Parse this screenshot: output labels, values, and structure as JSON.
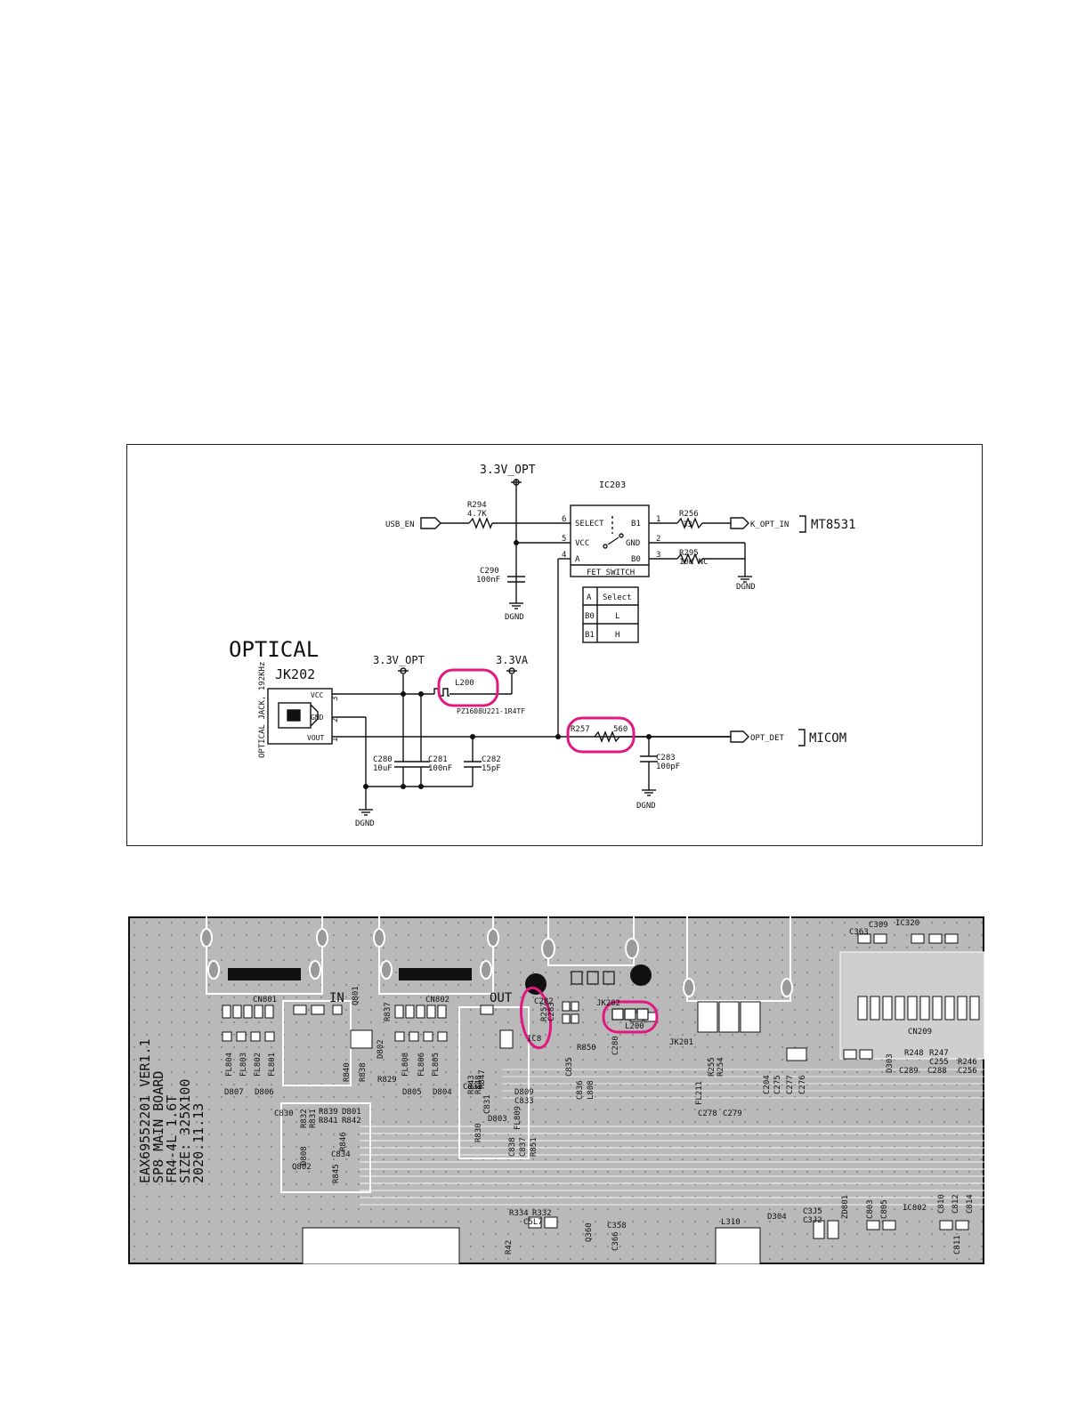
{
  "schematic": {
    "supply_top": "3.3V_OPT",
    "ic": {
      "ref": "IC203",
      "pin_select": "SELECT",
      "pin_vcc": "VCC",
      "pin_a": "A",
      "pin_b1": "B1",
      "pin_gnd": "GND",
      "pin_b0": "B0",
      "num_6": "6",
      "num_5": "5",
      "num_4": "4",
      "num_1": "1",
      "num_2": "2",
      "num_3": "3",
      "caption": "FET SWITCH"
    },
    "truth_table": {
      "header": [
        "A",
        "Select"
      ],
      "rows": [
        [
          "B0",
          "L"
        ],
        [
          "B1",
          "H"
        ]
      ]
    },
    "r294": {
      "ref": "R294",
      "value": "4.7K"
    },
    "usb_en": "USB_EN",
    "c290": {
      "ref": "C290",
      "value": "100nF"
    },
    "dgnd": "DGND",
    "r256": {
      "ref": "R256",
      "value": "33"
    },
    "r295": {
      "ref": "R295",
      "value": "10K NC"
    },
    "opt_in": "K_OPT_IN",
    "mt8531": "MT8531",
    "optical_title": "OPTICAL",
    "jack": {
      "ref": "JK202",
      "side_label": "OPTICAL JACK, 192KHz",
      "pin_vcc": "VCC",
      "pin_gnd": "GND",
      "pin_vout": "VOUT",
      "n3": "3",
      "n2": "2",
      "n1": "1"
    },
    "supply_left": "3.3V_OPT",
    "supply_right": "3.3VA",
    "l200": {
      "ref": "L200",
      "part": "PZ1608U221-1R4TF"
    },
    "c280": {
      "ref": "C280",
      "value": "10uF"
    },
    "c281": {
      "ref": "C281",
      "value": "100nF"
    },
    "c282": {
      "ref": "C282",
      "value": "15pF"
    },
    "r257": {
      "ref": "R257",
      "value": "560"
    },
    "c283": {
      "ref": "C283",
      "value": "100pF"
    },
    "opt_det": "OPT_DET",
    "micom": "MICOM",
    "highlight_color": "#e0187f"
  },
  "pcb": {
    "board_text": [
      "EAX69552201 VER1.1",
      "SP8 MAIN BOARD",
      "FR4-4L 1.6T",
      "SIZE: 325X100",
      "2020.11.13"
    ],
    "label_in": "IN",
    "label_out": "OUT",
    "labels": {
      "cn801": "CN801",
      "cn802": "CN802",
      "cn209": "CN209",
      "jk201": "JK201",
      "jk202": "JK202",
      "ic320": "IC320",
      "c363": "C363",
      "c309": "C309",
      "d807": "D807",
      "d806": "D806",
      "d805": "D805",
      "d804": "D804",
      "fl804": "FL804",
      "fl803": "FL803",
      "fl802": "FL802",
      "fl801": "FL801",
      "fl808": "FL808",
      "fl806": "FL806",
      "fl805": "FL805",
      "q801": "Q801",
      "d802": "D802",
      "r837": "R837",
      "r840": "R840",
      "r838": "R838",
      "r829": "R829",
      "c830": "C830",
      "r832": "R832",
      "r831": "R831",
      "r839": "R839",
      "d801": "D801",
      "r841": "R841",
      "r842": "R842",
      "d808": "D808",
      "r846": "R846",
      "c834": "C834",
      "q802": "Q802",
      "r845": "R845",
      "c832": "C832",
      "r847": "R847",
      "d809": "D809",
      "c833": "C833",
      "d803": "D803",
      "r830": "R830",
      "c831": "C831",
      "r843": "R843",
      "r848": "R848",
      "c838": "C838",
      "c837": "C837",
      "fl809": "FL809",
      "r851": "R851",
      "c282": "C282",
      "r257": "R257",
      "c283": "C283",
      "ic8x": "IC8",
      "r850": "R850",
      "c835": "C835",
      "c836": "C836",
      "l808": "L808",
      "c280": "C280",
      "l200": "L200",
      "fl211": "FL211",
      "r255": "R255",
      "r254": "R254",
      "c204": "C204",
      "c275": "C275",
      "c277": "C277",
      "c276": "C276",
      "c278": "C278",
      "c279": "C279",
      "d303": "D303",
      "r248": "R248",
      "r247": "R247",
      "r246": "R246",
      "c255": "C255",
      "c256": "C256",
      "c289": "C289",
      "c288": "C288",
      "r334": "R334",
      "r332": "R332",
      "c5l7": "C5L7",
      "q360": "Q360",
      "c358": "C358",
      "c366": "C366",
      "l310": "L310",
      "d304": "D304",
      "c3j5": "C3J5",
      "c3j2": "C3J2",
      "zd801": "ZD801",
      "c803": "C803",
      "c805": "C805",
      "ic802": "IC802",
      "c810": "C810",
      "c812": "C812",
      "c814": "C814",
      "r42": "R42",
      "c811": "C811"
    }
  }
}
